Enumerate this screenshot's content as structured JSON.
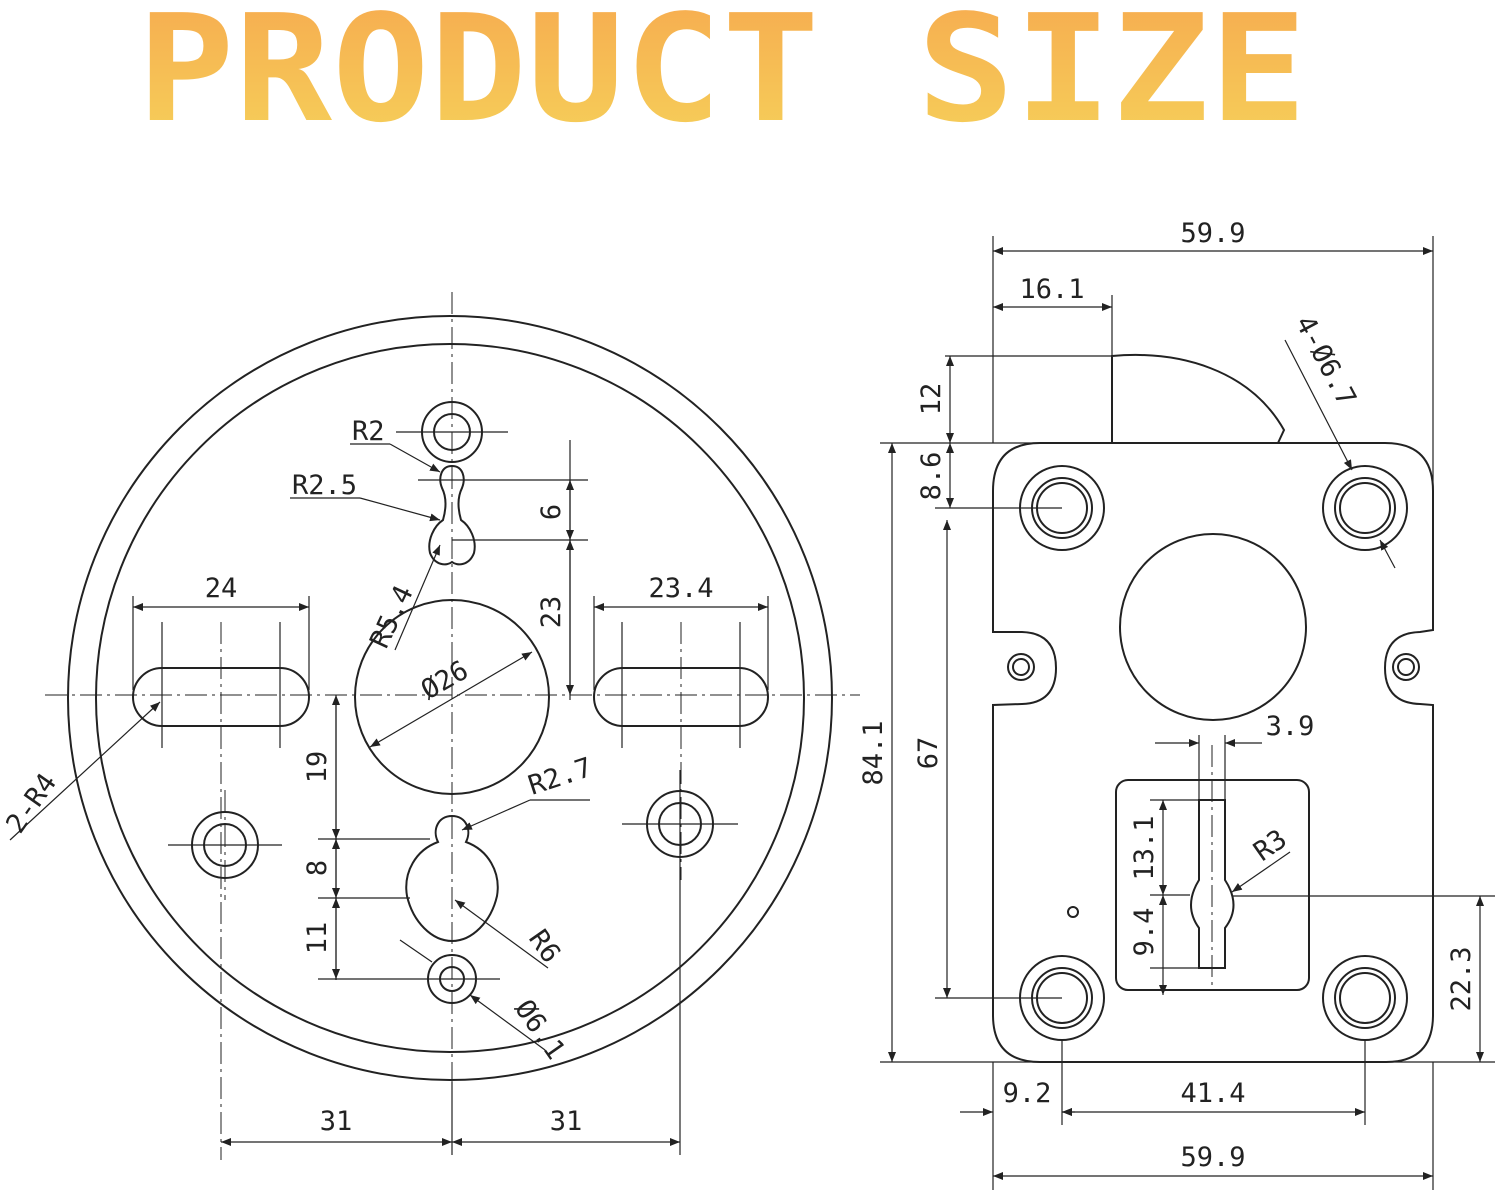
{
  "title": {
    "text": "PRODUCT SIZE",
    "gradient_top": "#f7a94f",
    "gradient_bottom": "#f5d25a"
  },
  "line_color": "#222222",
  "left_view": {
    "labels": {
      "r2": "R2",
      "r2_5": "R2.5",
      "r5_4": "R5.4",
      "dim_6": "6",
      "dim_23": "23",
      "dim_24": "24",
      "dim_23_4": "23.4",
      "dia_26": "Ø26",
      "r_2r4": "2-R4",
      "dim_19": "19",
      "r2_7": "R2.7",
      "dim_8": "8",
      "r6": "R6",
      "dim_11": "11",
      "dia_6_1": "Ø6.1",
      "dim_31_left": "31",
      "dim_31_right": "31"
    }
  },
  "right_view": {
    "labels": {
      "top_width": "59.9",
      "dim_16_1": "16.1",
      "holes_4": "4-Ø6.7",
      "dim_12": "12",
      "dim_8_6": "8.6",
      "dim_84_1": "84.1",
      "dim_67": "67",
      "dim_3_9": "3.9",
      "dim_13_1": "13.1",
      "r3": "R3",
      "dim_9_4": "9.4",
      "dim_22_3": "22.3",
      "dim_9_2": "9.2",
      "dim_41_4": "41.4",
      "bottom_width": "59.9"
    }
  }
}
